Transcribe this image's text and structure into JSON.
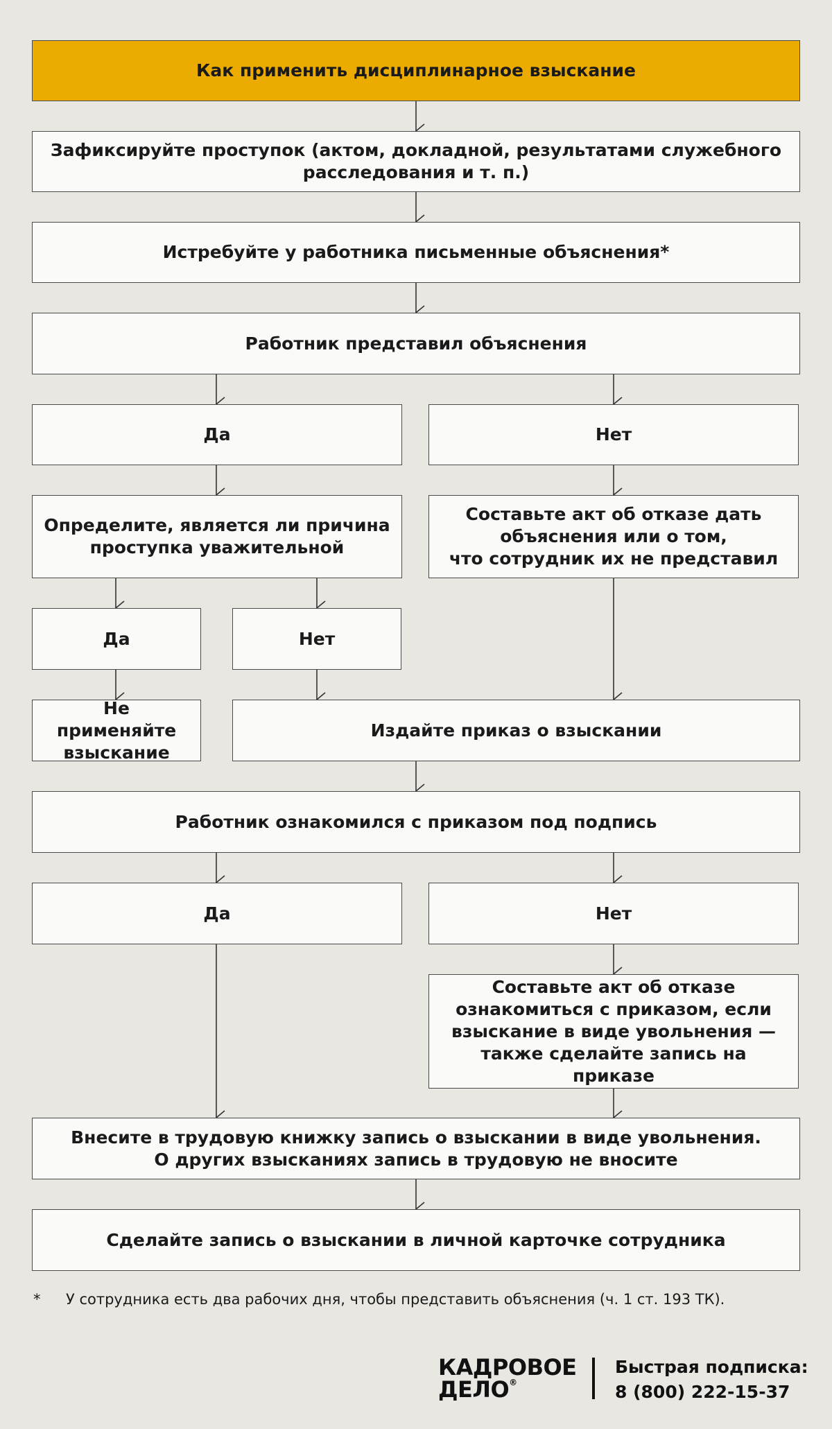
{
  "title": "Как применить дисциплинарное взыскание",
  "steps": {
    "fix": "Зафиксируйте проступок (актом, докладной, результатами служебного\nрасследования и т. п.)",
    "request": "Истребуйте у работника письменные объяснения*",
    "presented": "Работник представил объяснения",
    "presented_yes": "Да",
    "presented_no": "Нет",
    "determine": "Определите, является ли причина\nпроступка уважительной",
    "act_refuse": "Составьте акт об отказе дать\nобъяснения или о том,\nчто сотрудник их не представил",
    "reason_yes": "Да",
    "reason_no": "Нет",
    "no_penalty": "Не применяйте\nвзыскание",
    "order": "Издайте приказ о взыскании",
    "acquainted": "Работник ознакомился с приказом под подпись",
    "acquainted_yes": "Да",
    "acquainted_no": "Нет",
    "act_order_refuse": "Составьте акт об отказе\nознакомиться с приказом, если\nвзыскание в виде увольнения —\nтакже сделайте запись на приказе",
    "workbook": "Внесите в трудовую книжку запись о взыскании в виде увольнения.\nО других взысканиях запись в трудовую не вносите",
    "personal_card": "Сделайте запись о взыскании в личной карточке сотрудника"
  },
  "footnote": {
    "mark": "*",
    "text": "У сотрудника есть два рабочих дня, чтобы представить объяснения (ч. 1 ст. 193 ТК)."
  },
  "brand": {
    "name": "КАДРОВОЕ\nДЕЛО",
    "registered": "®",
    "subscribe_label": "Быстрая подписка:",
    "phone": "8 (800) 222-15-37"
  },
  "colors": {
    "background": "#e8e7e2",
    "header": "#ecab00",
    "box": "#fafaf8",
    "border": "#4a4a4a"
  }
}
